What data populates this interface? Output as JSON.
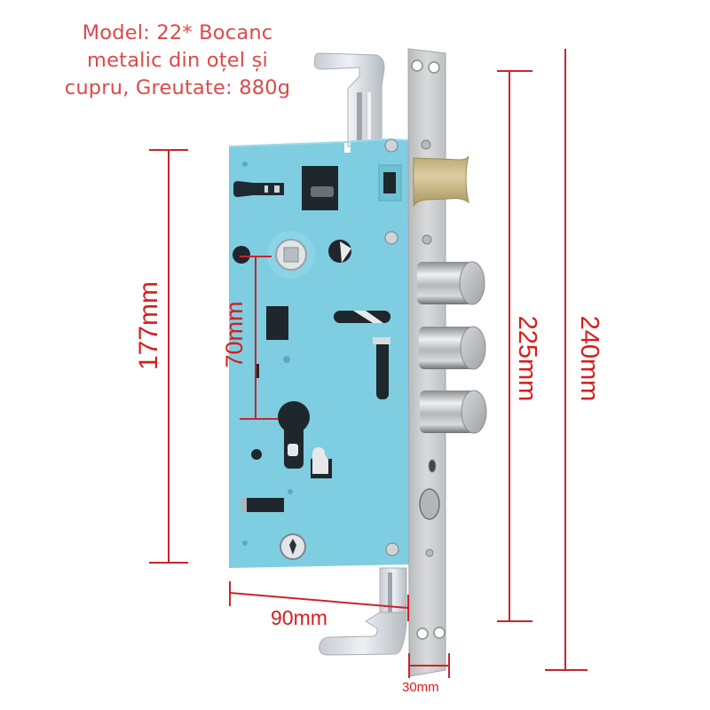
{
  "caption": {
    "lines": [
      "Model: 22* Bocanc",
      "metalic din oțel și",
      "cupru, Greutate: 880g"
    ]
  },
  "dimensions": {
    "case_height": "177mm",
    "handle_to_cylinder": "70mm",
    "faceplate_inner": "225mm",
    "faceplate_total": "240mm",
    "backset_width": "90mm",
    "faceplate_width": "30mm"
  },
  "product": {
    "type": "mortise-lock-body",
    "parts": [
      "case",
      "faceplate",
      "latch-bolt",
      "deadbolts",
      "top-hook",
      "bottom-hook",
      "spindle-hole",
      "cylinder-hole"
    ],
    "deadbolt_count": 3
  },
  "colors": {
    "case_blue": "#7fcde0",
    "steel": "#c8c9cb",
    "brass": "#c8b98a",
    "dimension_red": "#d81c1c",
    "caption_red": "#e04848"
  }
}
